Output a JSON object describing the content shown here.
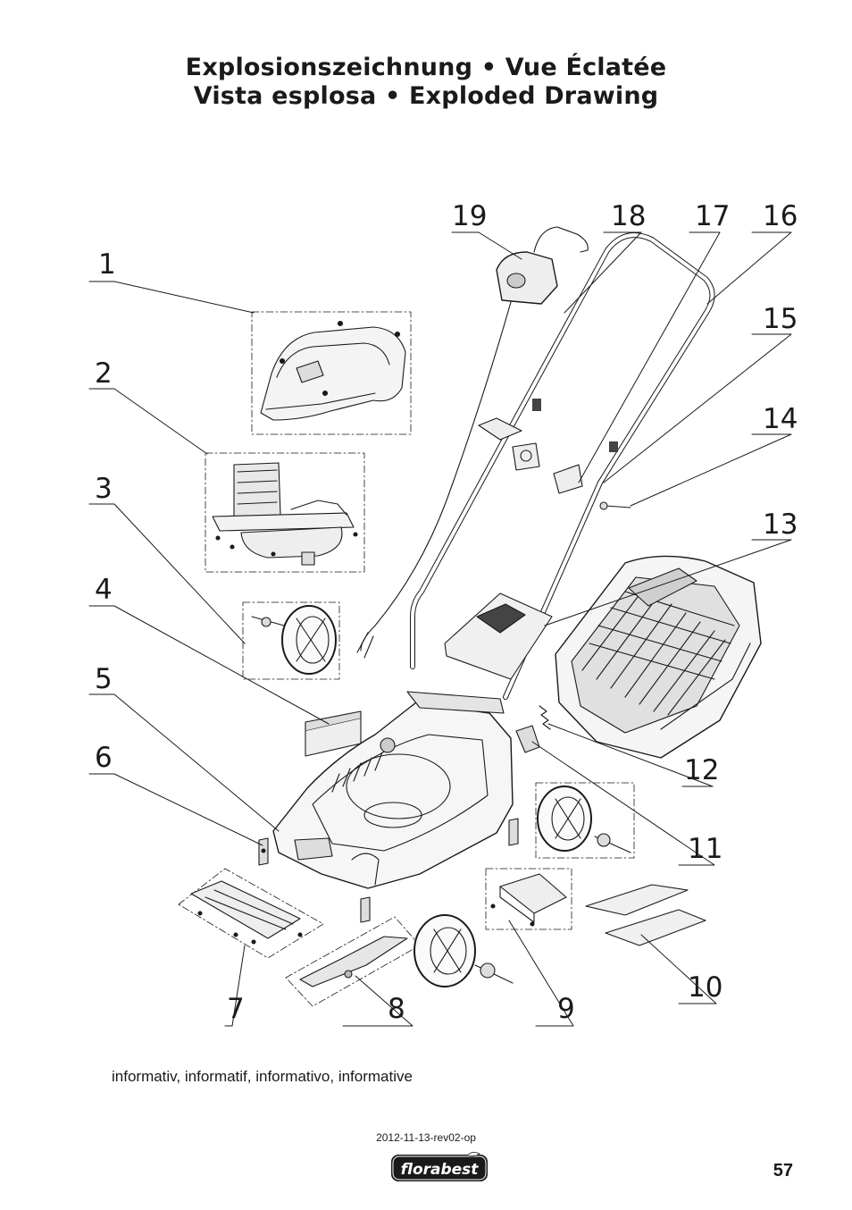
{
  "header": {
    "line1": "Explosionszeichnung • Vue Éclatée",
    "line2": "Vista esplosa • Exploded Drawing"
  },
  "part_labels": [
    "1",
    "2",
    "3",
    "4",
    "5",
    "6",
    "7",
    "8",
    "9",
    "10",
    "11",
    "12",
    "13",
    "14",
    "15",
    "16",
    "17",
    "18",
    "19"
  ],
  "footer": {
    "note": "informativ, informatif, informativo, informative",
    "revision": "2012-11-13-rev02-op",
    "page_number": "57",
    "brand": "florabest"
  }
}
